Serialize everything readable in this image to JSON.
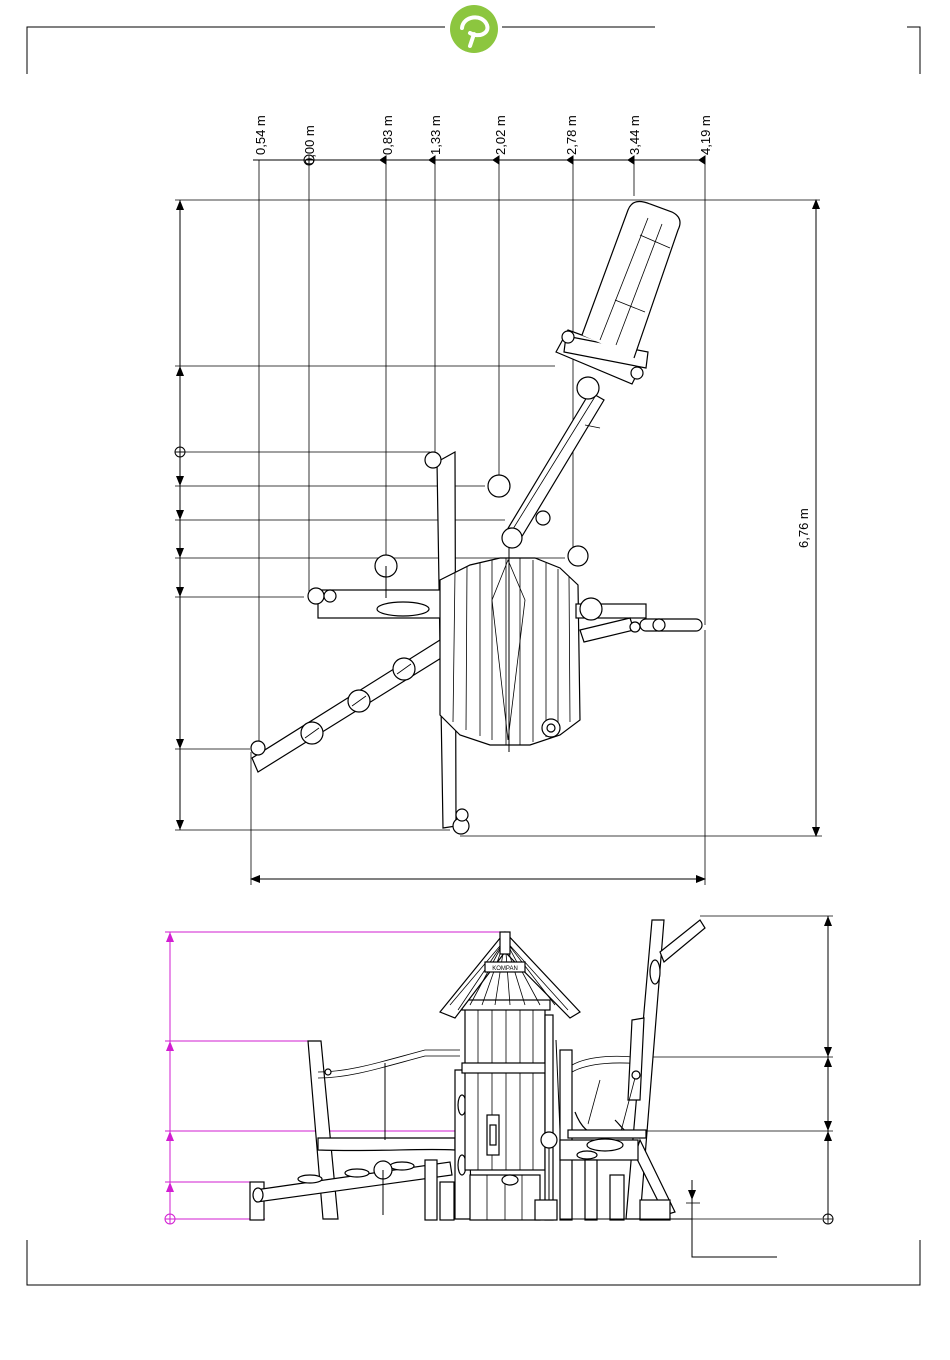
{
  "brand": {
    "logo_icon": "kompan-leaf-logo-icon",
    "logo_color": "#8cc63f"
  },
  "top_view": {
    "x_dimensions": [
      "0,54 m",
      "0,00 m",
      "0,83 m",
      "1,33 m",
      "2,02 m",
      "2,78 m",
      "3,44 m",
      "4,19 m"
    ],
    "overall_length": "6,76 m"
  },
  "side_view": {
    "sign_text": "KOMPAN"
  },
  "colors": {
    "line": "#000000",
    "height_dim": "#d21ed2",
    "logo": "#8cc63f"
  }
}
